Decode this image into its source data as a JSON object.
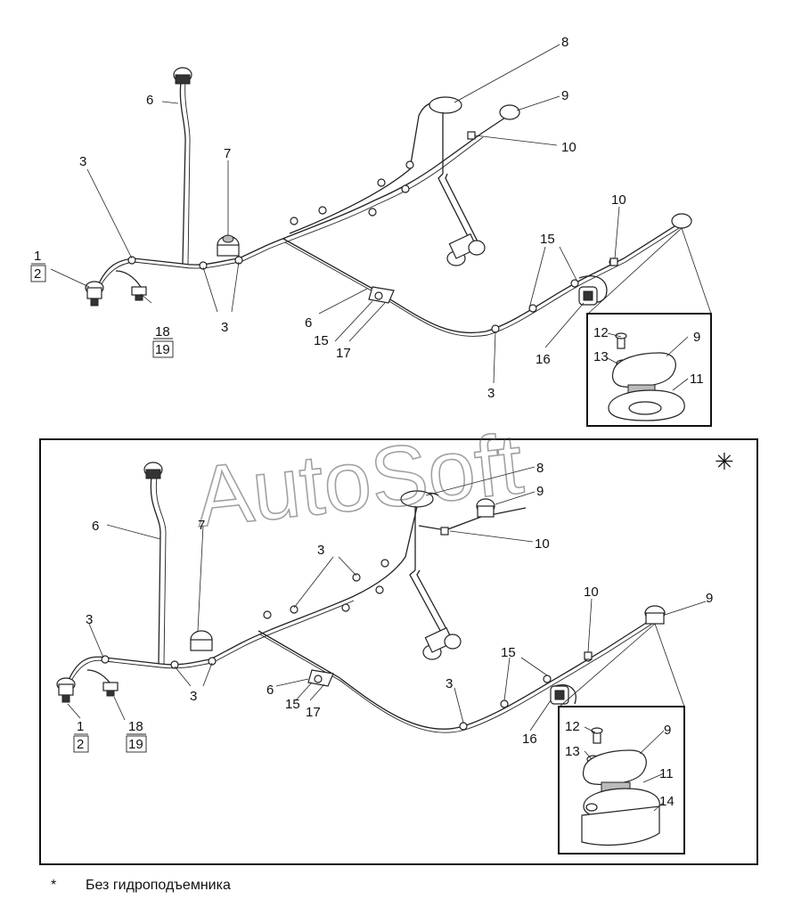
{
  "labels": {
    "n1": "1",
    "n2": "2",
    "n3": "3",
    "n6": "6",
    "n7": "7",
    "n8": "8",
    "n9": "9",
    "n10": "10",
    "n11": "11",
    "n12": "12",
    "n13": "13",
    "n14": "14",
    "n15": "15",
    "n16": "16",
    "n17": "17",
    "n18": "18",
    "n19": "19"
  },
  "variant_marker": "✳",
  "watermark": "AutoSoft",
  "footnote": {
    "mark": "*",
    "text": "Без гидроподъемника"
  }
}
